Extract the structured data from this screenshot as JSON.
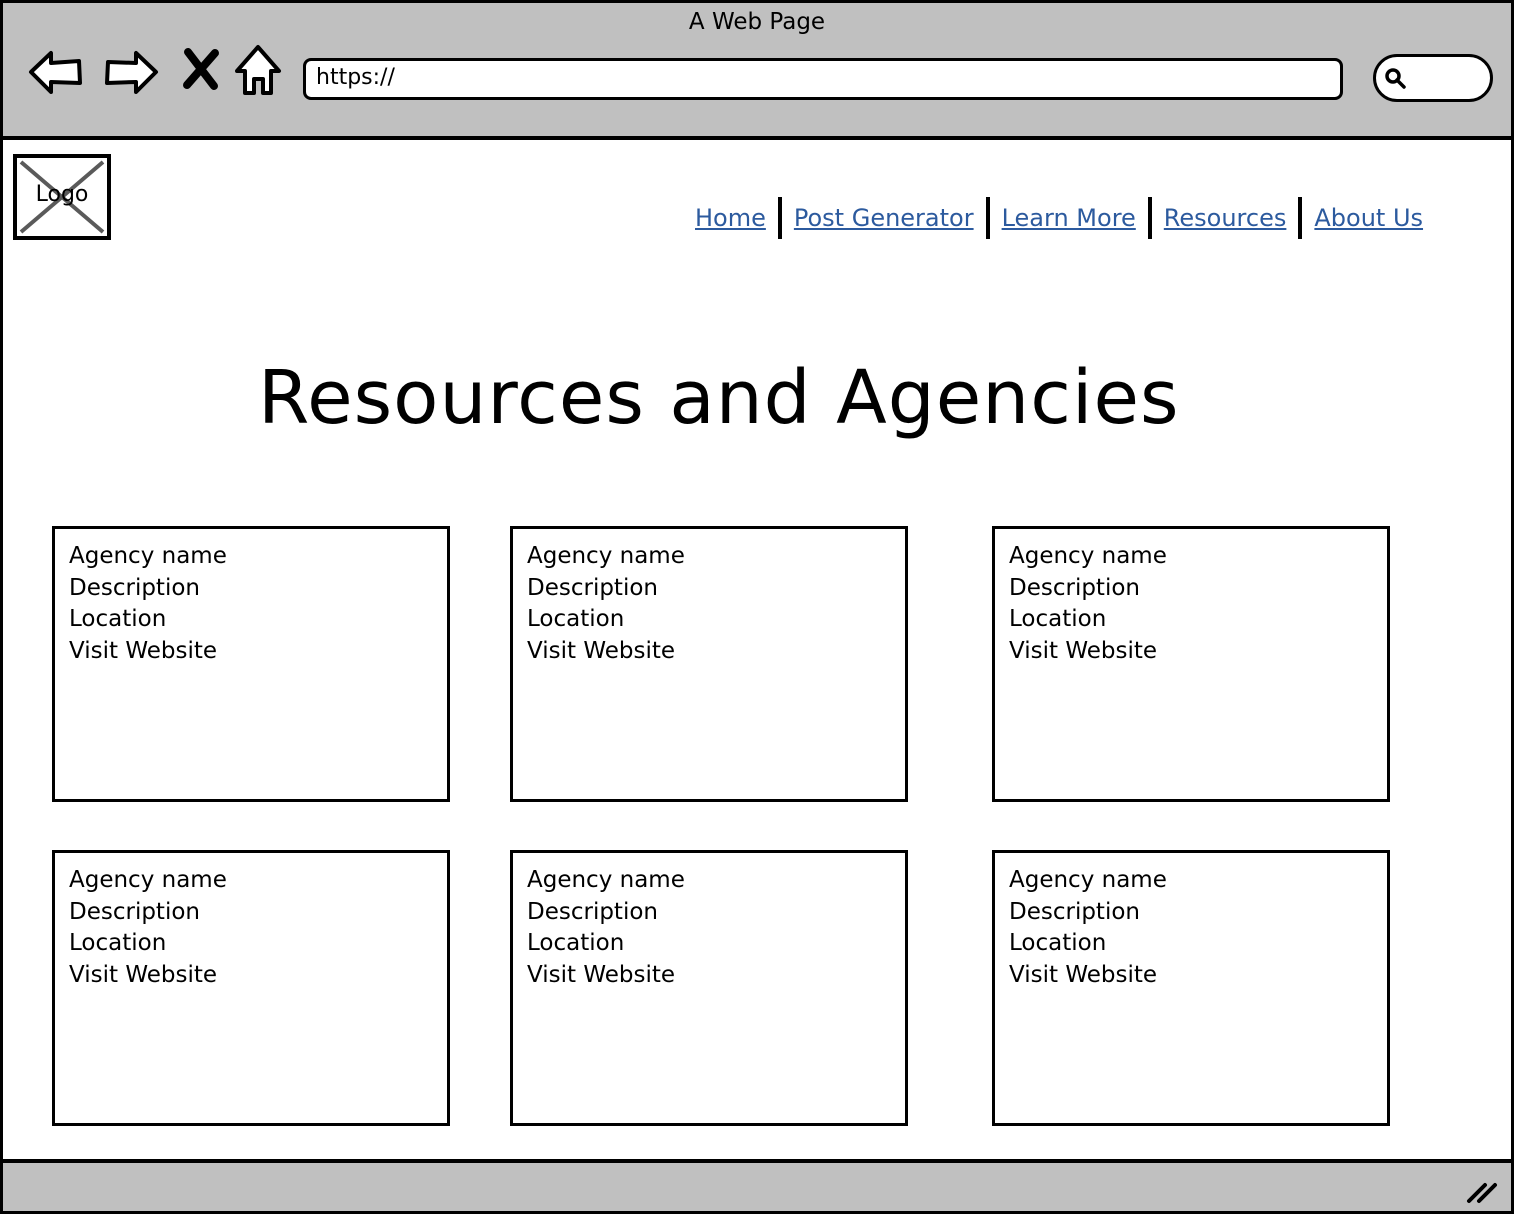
{
  "window": {
    "title": "A Web Page"
  },
  "browser": {
    "url": "https://",
    "icons": [
      "back-arrow-icon",
      "forward-arrow-icon",
      "stop-icon",
      "home-icon",
      "search-icon",
      "resize-grip-icon"
    ]
  },
  "logo": {
    "label": "Logo"
  },
  "nav": {
    "items": [
      {
        "label": "Home"
      },
      {
        "label": "Post Generator"
      },
      {
        "label": "Learn More"
      },
      {
        "label": "Resources"
      },
      {
        "label": "About Us"
      }
    ],
    "link_color": "#2c5a9e"
  },
  "page": {
    "title": "Resources and Agencies"
  },
  "cards": [
    {
      "name": "Agency name",
      "description": "Description",
      "location": "Location",
      "link": "Visit Website"
    },
    {
      "name": "Agency name",
      "description": "Description",
      "location": "Location",
      "link": "Visit Website"
    },
    {
      "name": "Agency name",
      "description": "Description",
      "location": "Location",
      "link": "Visit Website"
    },
    {
      "name": "Agency name",
      "description": "Description",
      "location": "Location",
      "link": "Visit Website"
    },
    {
      "name": "Agency name",
      "description": "Description",
      "location": "Location",
      "link": "Visit Website"
    },
    {
      "name": "Agency name",
      "description": "Description",
      "location": "Location",
      "link": "Visit Website"
    }
  ],
  "colors": {
    "chrome": "#c0c0c0",
    "border": "#000000",
    "background": "#ffffff"
  }
}
